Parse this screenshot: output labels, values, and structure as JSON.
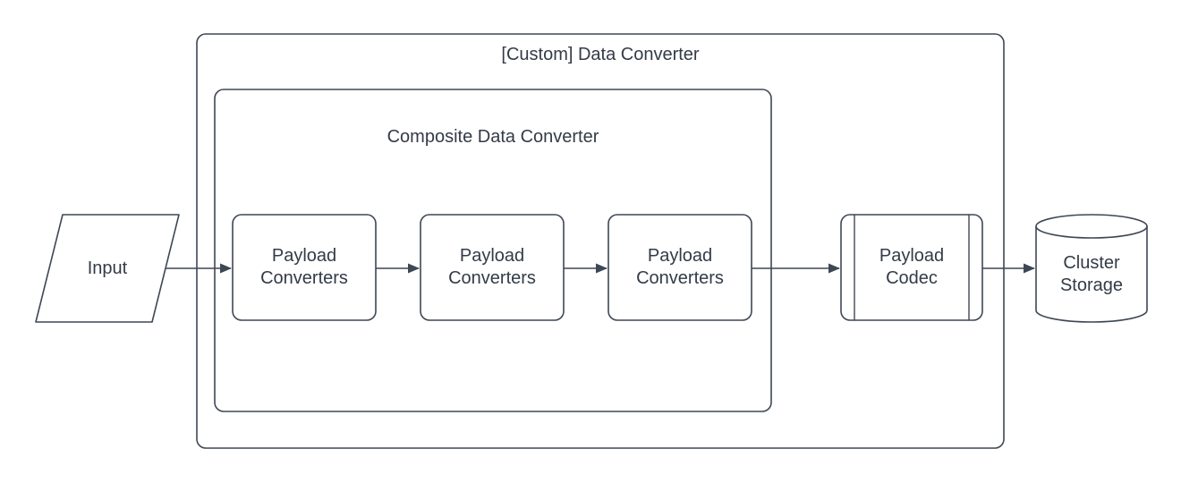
{
  "diagram": {
    "type": "flowchart",
    "title": "[Custom] Data Converter",
    "subtitle": "Composite Data Converter",
    "colors": {
      "background": "#ffffff",
      "stroke": "#3e4756",
      "text": "#333b47",
      "shape_fill": "#ffffff"
    },
    "groups": {
      "outer": {
        "label": "[Custom] Data Converter"
      },
      "inner": {
        "label": "Composite Data Converter"
      }
    },
    "nodes": {
      "input": {
        "label": "Input",
        "shape": "parallelogram"
      },
      "converter1": {
        "label": "Payload Converters",
        "shape": "rounded-rectangle"
      },
      "converter2": {
        "label": "Payload Converters",
        "shape": "rounded-rectangle"
      },
      "converter3": {
        "label": "Payload Converters",
        "shape": "rounded-rectangle"
      },
      "codec": {
        "label": "Payload Codec",
        "shape": "predefined-process"
      },
      "storage": {
        "label": "Cluster Storage",
        "shape": "cylinder"
      }
    },
    "connections": [
      {
        "from": "input",
        "to": "converter1",
        "style": "solid-arrow"
      },
      {
        "from": "converter1",
        "to": "converter2",
        "style": "solid-arrow"
      },
      {
        "from": "converter2",
        "to": "converter3",
        "style": "solid-arrow"
      },
      {
        "from": "converter3",
        "to": "codec",
        "style": "solid-arrow"
      },
      {
        "from": "codec",
        "to": "storage",
        "style": "solid-arrow"
      }
    ]
  }
}
